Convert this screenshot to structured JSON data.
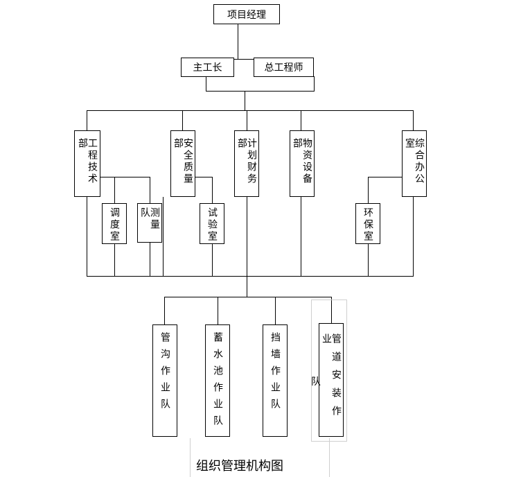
{
  "chart": {
    "root": "项目经理",
    "deputies": [
      "主工长",
      "总工程师"
    ],
    "departments": [
      "工程技术部",
      "安全质量部",
      "计划财务部",
      "物资设备部",
      "综合办公室"
    ],
    "sub_units": [
      "调度室",
      "测量队",
      "试验室",
      "环保室"
    ],
    "teams": [
      "管沟作业队",
      "蓄水池作业队",
      "挡墙作业队",
      "管道安装作业"
    ],
    "stray_char": "队",
    "caption": "组织管理机构图"
  }
}
